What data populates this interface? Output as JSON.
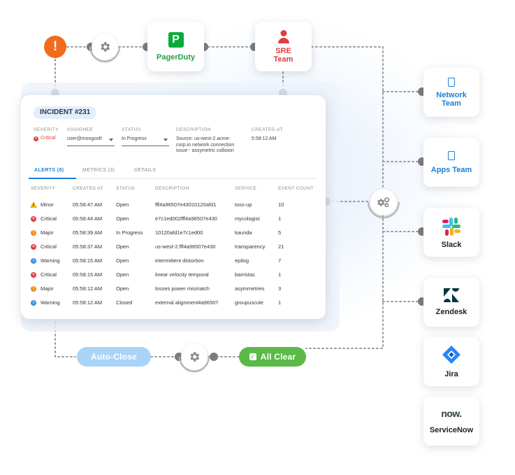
{
  "flow": {
    "pagerduty": "PagerDuty",
    "sre_line1": "SRE",
    "sre_line2": "Team",
    "auto_close": "Auto-Close",
    "all_clear": "All Clear"
  },
  "destinations": [
    {
      "line1": "Network",
      "line2": "Team",
      "icon": "team-icon"
    },
    {
      "line1": "Apps Team",
      "line2": "",
      "icon": "team-icon"
    },
    {
      "line1": "Slack",
      "line2": "",
      "icon": "slack-logo"
    },
    {
      "line1": "Zendesk",
      "line2": "",
      "icon": "zendesk-logo"
    },
    {
      "line1": "Jira",
      "line2": "",
      "icon": "jira-logo"
    },
    {
      "line1": "ServiceNow",
      "line2": "",
      "logo_text": "now.",
      "icon": "servicenow-logo"
    }
  ],
  "incident": {
    "id": "INCIDENT #231",
    "severity_label": "SEVERITY",
    "severity_value": "Critical",
    "assignee_label": "ASSIGNEE",
    "assignee_value": "user@moogsoft",
    "status_label": "STATUS",
    "status_value": "In Progress",
    "description_label": "DESCRIPTION",
    "description_line1": "Source: us-west-2.acme-",
    "description_line2": "corp.io network connection",
    "description_line3": "issue - assymetric collision",
    "created_label": "CREATED AT",
    "created_value": "5:58:12 AM"
  },
  "tabs": {
    "alerts": "ALERTS (8)",
    "metrics": "METRICS (3)",
    "details": "DETAILS"
  },
  "alerts_table": {
    "headers": [
      "SEVERITY",
      "CREATED AT",
      "STATUS",
      "DESCRIPTION",
      "SERVICE",
      "EVENT COUNT"
    ],
    "rows": [
      {
        "severity": "Minor",
        "created": "05:58:47 AM",
        "status": "Open",
        "description": "fff4a96507e43010120afd1",
        "service": "toss-up",
        "count": "10"
      },
      {
        "severity": "Critical",
        "created": "05:58:44 AM",
        "status": "Open",
        "description": "e7c1ed002fff4a96507e430",
        "service": "mycologist",
        "count": "1"
      },
      {
        "severity": "Major",
        "created": "05:58:39 AM",
        "status": "In Progress",
        "description": "10120afd1e7c1ed00",
        "service": "kaunda",
        "count": "5"
      },
      {
        "severity": "Critical",
        "created": "05:58:37 AM",
        "status": "Open",
        "description": "us-west-2.fff4a96507e430",
        "service": "transparency",
        "count": "21"
      },
      {
        "severity": "Warning",
        "created": "05:58:15 AM",
        "status": "Open",
        "description": "intermittent  distortion",
        "service": "epilog",
        "count": "7"
      },
      {
        "severity": "Critical",
        "created": "05:58:15 AM",
        "status": "Open",
        "description": "linear velocity temporal",
        "service": "barristas",
        "count": "1"
      },
      {
        "severity": "Major",
        "created": "05:58:12 AM",
        "status": "Open",
        "description": "losses power mismatch",
        "service": "asymmetries",
        "count": "3"
      },
      {
        "severity": "Warning",
        "created": "05:58:12 AM",
        "status": "Closed",
        "description": "external alignment4a96507",
        "service": "groupuscule",
        "count": "1"
      }
    ]
  },
  "colors": {
    "pagerduty_green": "#06ac38",
    "sre_red": "#e03d3d",
    "team_blue": "#1c7ed6",
    "alert_orange": "#f26b1d",
    "auto_close_blue": "#a9d4f7",
    "all_clear_green": "#5ab947",
    "connector_gray": "#9a9a9a"
  }
}
